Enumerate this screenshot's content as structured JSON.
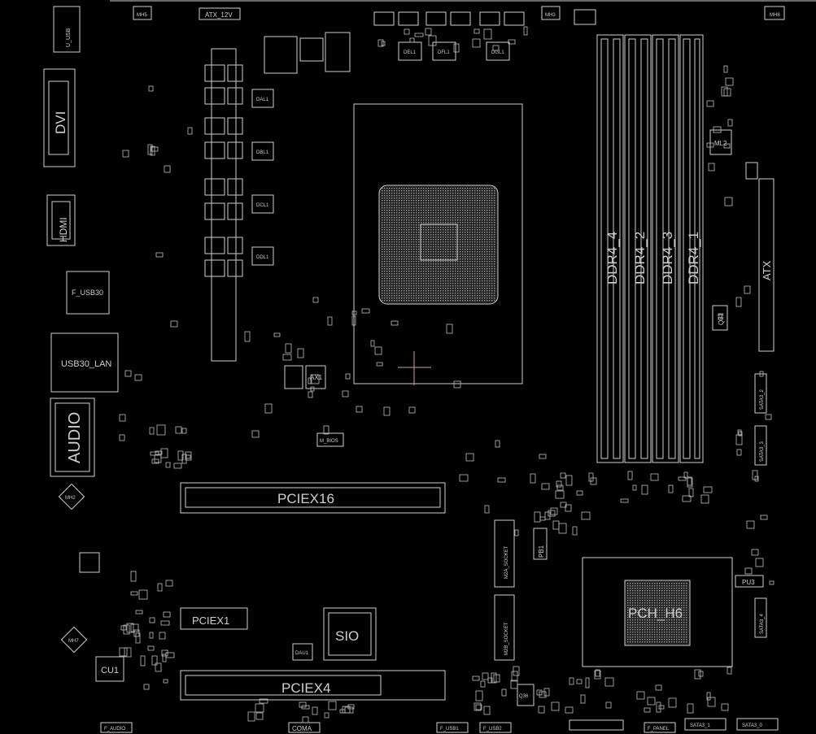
{
  "board": {
    "labels": {
      "cpu_socket": "",
      "ddr4_1": "DDR4_1",
      "ddr4_2": "DDR4_2",
      "ddr4_3": "DDR4_3",
      "ddr4_4": "DDR4_4",
      "atx": "ATX",
      "atx_12v": "ATX_12V",
      "pciex16": "PCIEX16",
      "pciex4": "PCIEX4",
      "pciex1": "PCIEX1",
      "sio": "SIO",
      "pch": "PCH_H6",
      "m2a": "M2A_SOCKET",
      "m2b": "M2B_SOCKET",
      "audio": "AUDIO",
      "usb30_lan": "USB30_LAN",
      "f_usb30": "F_USB30",
      "hdmi": "HDMI",
      "dvi": "DVI",
      "u_usb": "U_USB",
      "cu1": "CU1",
      "ax1": "AX1",
      "m_bios": "M_BIOS",
      "f_audio": "F_AUDIO",
      "coma": "COMA",
      "f_usb1": "F_USB1",
      "f_usb2": "F_USB2",
      "f_panel": "F_PANEL",
      "sata3_1": "SATA3_1",
      "sata3_0": "SATA3_0",
      "pb1": "PB1",
      "pu3": "PU3",
      "q31": "Q31",
      "q36": "Q36",
      "ml2": "ML2",
      "dal1": "DAL1",
      "dbl1": "DBL1",
      "dcl1": "DCL1",
      "ddl1": "DDL1",
      "del1": "DEL1",
      "dfl1": "DFL1",
      "dgl1": "DGL1",
      "dau1": "DAU1",
      "sata3_2": "SATA3_2",
      "sata3_3": "SATA3_3",
      "sata3_4": "SATA3_4",
      "mh5": "MH5",
      "mh3": "MH3",
      "mh8": "MH8",
      "mh7": "MH7",
      "mh2": "MH2"
    }
  }
}
